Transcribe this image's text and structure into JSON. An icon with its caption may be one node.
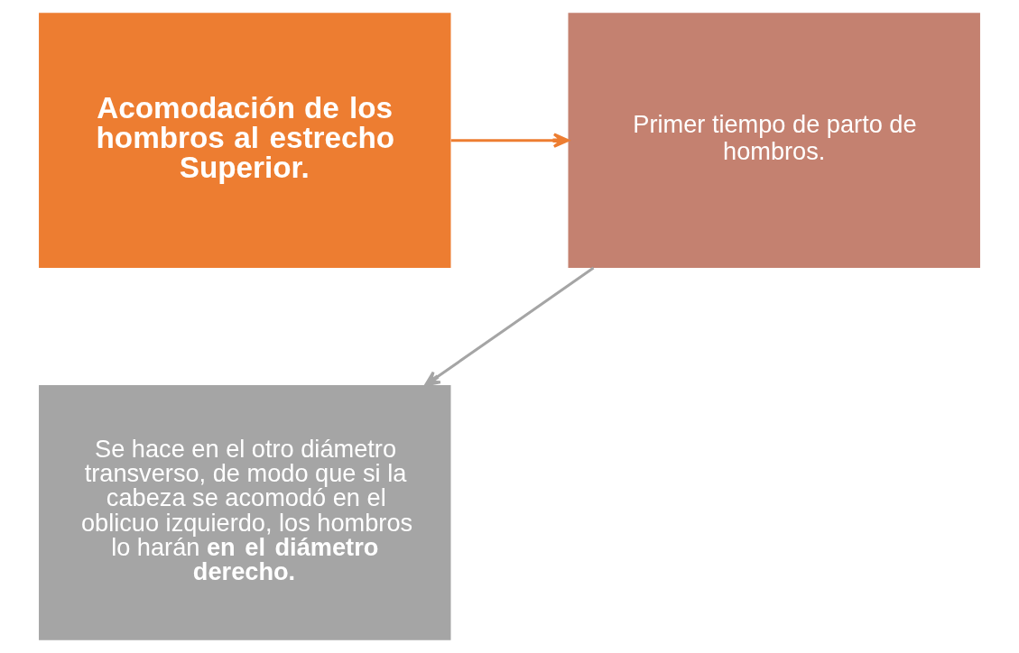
{
  "diagram": {
    "nodes": [
      {
        "text": [
          "Acomodación de los hombros al estrecho Superior."
        ]
      },
      {
        "text": [
          "Primer tiempo de parto de hombros."
        ]
      },
      {
        "text": [
          "Se hace en el otro diámetro transverso, de modo que si la cabeza se acomodó en el oblicuo izquierdo, los hombros lo harán **en el diámetro derecho.**"
        ]
      }
    ],
    "edges": [
      {
        "from": 0,
        "to": 1,
        "arrow": "to",
        "color": "#ed7d31"
      },
      {
        "from": 1,
        "to": 2,
        "arrow": "to",
        "color": "#a5a5a5"
      }
    ]
  }
}
